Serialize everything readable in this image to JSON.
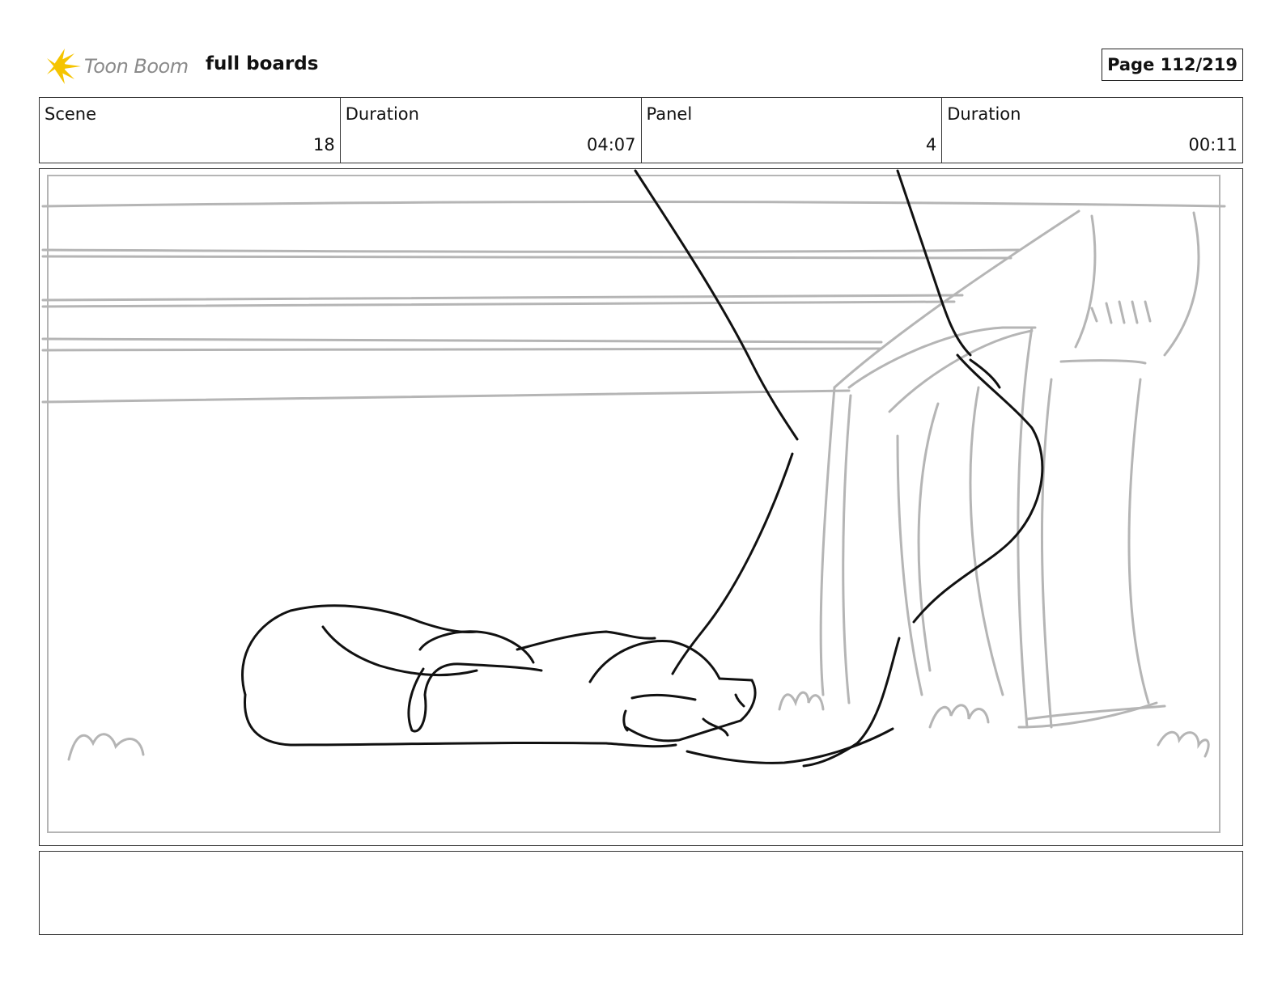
{
  "header": {
    "logo_text": "Toon Boom",
    "project_name": "full boards",
    "page_label": "Page 112/219"
  },
  "info": {
    "scene": {
      "label": "Scene",
      "value": "18"
    },
    "scene_duration": {
      "label": "Duration",
      "value": "04:07"
    },
    "panel": {
      "label": "Panel",
      "value": "4"
    },
    "panel_duration": {
      "label": "Duration",
      "value": "00:11"
    }
  },
  "notes": {
    "text": ""
  },
  "colors": {
    "logo_burst": "#f5c400",
    "sketch_gray": "#b5b5b5",
    "sketch_black": "#111111"
  }
}
